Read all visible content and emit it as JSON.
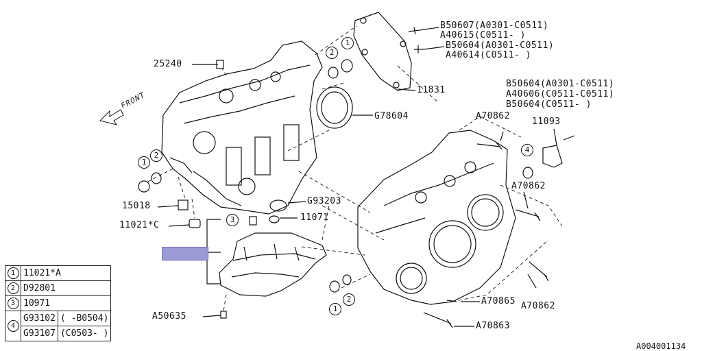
{
  "diagram_id": "A004001134",
  "front_label": "FRONT",
  "parts": [
    {
      "id": "p1",
      "text": "B50607(A0301-C0511)"
    },
    {
      "id": "p2",
      "text": "A40615(C0511- )"
    },
    {
      "id": "p3",
      "text": "B50604(A0301-C0511)"
    },
    {
      "id": "p4",
      "text": "A40614(C0511- )"
    },
    {
      "id": "p5",
      "text": "25240"
    },
    {
      "id": "p6",
      "text": "11831"
    },
    {
      "id": "p7",
      "text": "G78604"
    },
    {
      "id": "p8",
      "text": "B50604(A0301-C0511)"
    },
    {
      "id": "p9",
      "text": "A40606(C0511-C0511)"
    },
    {
      "id": "p10",
      "text": "B50604(C0511- )"
    },
    {
      "id": "p11",
      "text": "A70862"
    },
    {
      "id": "p12",
      "text": "11093"
    },
    {
      "id": "p13",
      "text": "A70862"
    },
    {
      "id": "p14",
      "text": "15018"
    },
    {
      "id": "p15",
      "text": "G93203"
    },
    {
      "id": "p16",
      "text": "11021*C"
    },
    {
      "id": "p17",
      "text": "11071"
    },
    {
      "id": "p18",
      "text": "A50635"
    },
    {
      "id": "p19",
      "text": "A70865"
    },
    {
      "id": "p20",
      "text": "A70862"
    },
    {
      "id": "p21",
      "text": "A70863"
    }
  ],
  "callouts": [
    "1",
    "2",
    "1",
    "2",
    "3",
    "4",
    "1",
    "2"
  ],
  "legend": [
    {
      "num": "1",
      "part": "11021*A",
      "note": ""
    },
    {
      "num": "2",
      "part": "D92801",
      "note": ""
    },
    {
      "num": "3",
      "part": "10971",
      "note": ""
    },
    {
      "num": "4",
      "part": "G93102",
      "note": "( -B0504)"
    },
    {
      "num": "",
      "part": "G93107",
      "note": "(C0503- )"
    }
  ]
}
